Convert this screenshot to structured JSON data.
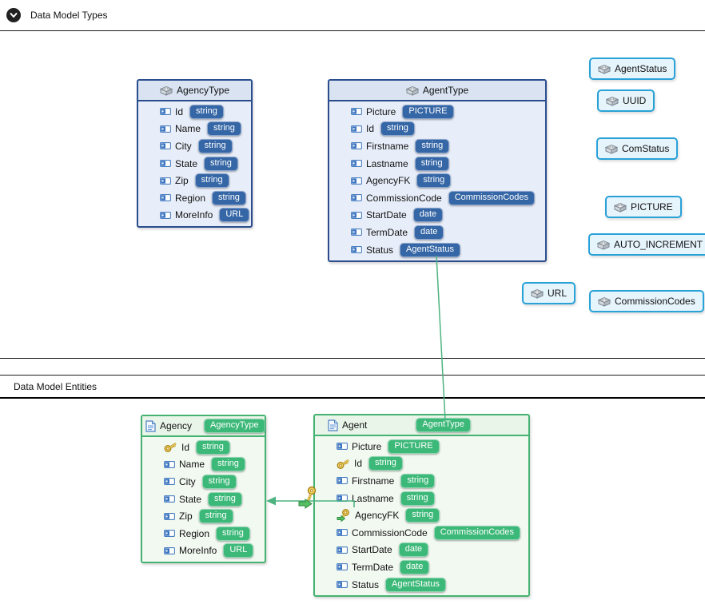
{
  "sections": {
    "types_label": "Data Model Types",
    "entities_label": "Data Model Entities"
  },
  "colors": {
    "type_border": "#2b4d8e",
    "type_badge": "#3566a5",
    "chip_border": "#29a2d8",
    "entity_border": "#44b371",
    "entity_badge": "#3cb878",
    "connector": "#4db380",
    "key_gold": "#f3d35e"
  },
  "type_boxes": [
    {
      "name": "AgencyType",
      "fields": [
        {
          "name": "Id",
          "type": "string"
        },
        {
          "name": "Name",
          "type": "string"
        },
        {
          "name": "City",
          "type": "string"
        },
        {
          "name": "State",
          "type": "string"
        },
        {
          "name": "Zip",
          "type": "string"
        },
        {
          "name": "Region",
          "type": "string"
        },
        {
          "name": "MoreInfo",
          "type": "URL"
        }
      ]
    },
    {
      "name": "AgentType",
      "fields": [
        {
          "name": "Picture",
          "type": "PICTURE"
        },
        {
          "name": "Id",
          "type": "string"
        },
        {
          "name": "Firstname",
          "type": "string"
        },
        {
          "name": "Lastname",
          "type": "string"
        },
        {
          "name": "AgencyFK",
          "type": "string"
        },
        {
          "name": "CommissionCode",
          "type": "CommissionCodes"
        },
        {
          "name": "StartDate",
          "type": "date"
        },
        {
          "name": "TermDate",
          "type": "date"
        },
        {
          "name": "Status",
          "type": "AgentStatus"
        }
      ]
    }
  ],
  "type_chips": [
    {
      "label": "AgentStatus"
    },
    {
      "label": "UUID"
    },
    {
      "label": "ComStatus"
    },
    {
      "label": "PICTURE"
    },
    {
      "label": "AUTO_INCREMENT"
    },
    {
      "label": "URL"
    },
    {
      "label": "CommissionCodes"
    }
  ],
  "entity_boxes": [
    {
      "name": "Agency",
      "type": "AgencyType",
      "fields": [
        {
          "name": "Id",
          "type": "string",
          "icon": "pk"
        },
        {
          "name": "Name",
          "type": "string"
        },
        {
          "name": "City",
          "type": "string"
        },
        {
          "name": "State",
          "type": "string"
        },
        {
          "name": "Zip",
          "type": "string"
        },
        {
          "name": "Region",
          "type": "string"
        },
        {
          "name": "MoreInfo",
          "type": "URL"
        }
      ]
    },
    {
      "name": "Agent",
      "type": "AgentType",
      "fields": [
        {
          "name": "Picture",
          "type": "PICTURE"
        },
        {
          "name": "Id",
          "type": "string",
          "icon": "pk"
        },
        {
          "name": "Firstname",
          "type": "string"
        },
        {
          "name": "Lastname",
          "type": "string"
        },
        {
          "name": "AgencyFK",
          "type": "string",
          "icon": "fk"
        },
        {
          "name": "CommissionCode",
          "type": "CommissionCodes"
        },
        {
          "name": "StartDate",
          "type": "date"
        },
        {
          "name": "TermDate",
          "type": "date"
        },
        {
          "name": "Status",
          "type": "AgentStatus"
        }
      ]
    }
  ]
}
